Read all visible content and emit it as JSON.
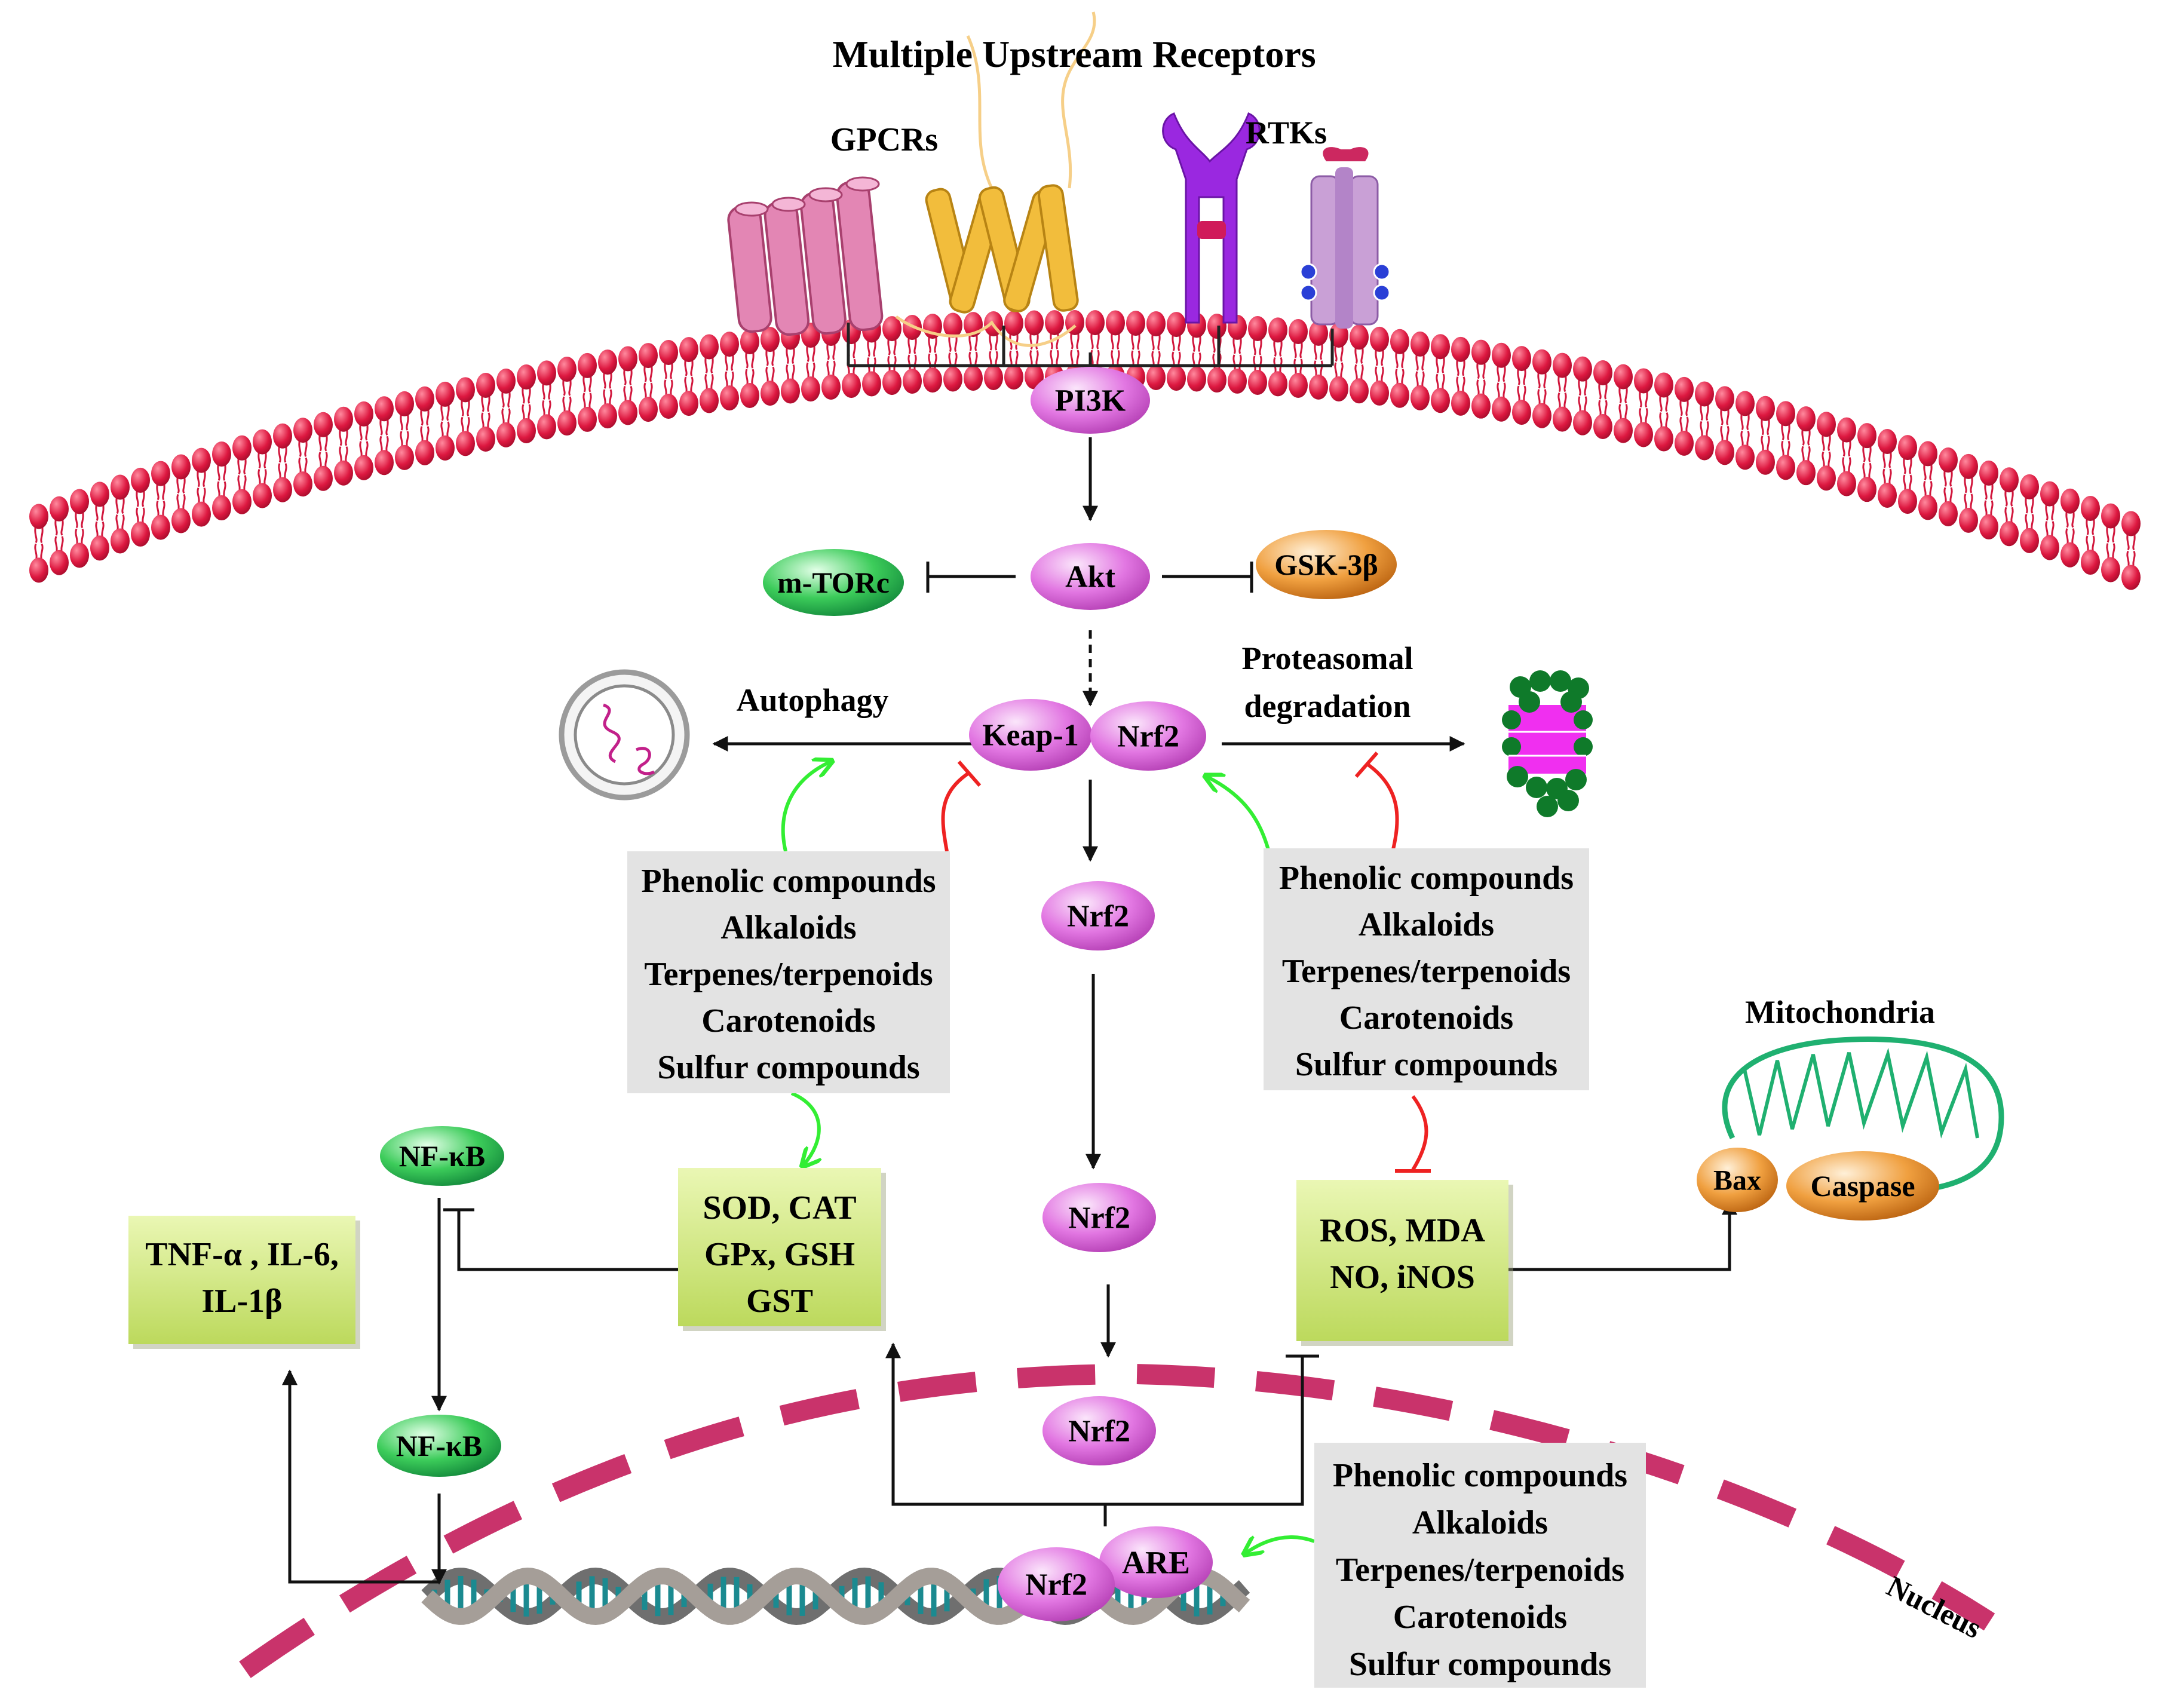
{
  "title": "Multiple Upstream Receptors",
  "receptors": {
    "gpcrs": "GPCRs",
    "rtks": "RTKs"
  },
  "nodes": {
    "pi3k": "PI3K",
    "akt": "Akt",
    "mtorc": "m-TORc",
    "gsk3b": "GSK-3β",
    "keap1": "Keap-1",
    "nrf2_complex": "Nrf2",
    "nrf2_a": "Nrf2",
    "nrf2_b": "Nrf2",
    "nrf2_c": "Nrf2",
    "nrf2_dna": "Nrf2",
    "are": "ARE",
    "nfkb_top": "NF-κB",
    "nfkb_bottom": "NF-κB",
    "bax": "Bax",
    "caspase": "Caspase"
  },
  "processes": {
    "autophagy": "Autophagy",
    "proteasomal_line1": "Proteasomal",
    "proteasomal_line2": "degradation",
    "mitochondria": "Mitochondria",
    "nucleus": "Nucleus"
  },
  "compounds": [
    "Phenolic compounds",
    "Alkaloids",
    "Terpenes/terpenoids",
    "Carotenoids",
    "Sulfur compounds"
  ],
  "boxes": {
    "antioxidants": [
      "SOD, CAT",
      "GPx, GSH",
      "GST"
    ],
    "ros": [
      "ROS, MDA",
      "NO, iNOS"
    ],
    "cytokines": [
      "TNF-α , IL-6,",
      "IL-1β"
    ]
  },
  "colors": {
    "membrane": "#d1163c",
    "pink_node": "#e070e0",
    "green_node": "#28b84a",
    "orange_node": "#e88a20",
    "green_box": "#c7e46d",
    "gray_box": "#e3e3e3",
    "activate_arrow": "#33ee33",
    "inhibit_arrow": "#ee2222",
    "nucleus_membrane": "#c9336b",
    "mitochondria": "#1fb070"
  }
}
